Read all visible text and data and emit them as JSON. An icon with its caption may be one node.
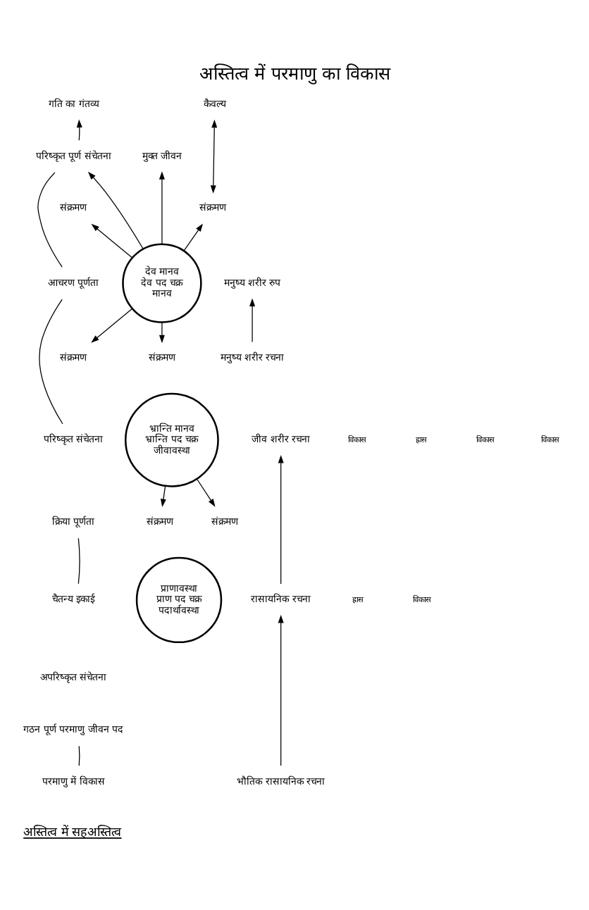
{
  "diagram": {
    "title": "अस्तित्व में परमाणु का विकास",
    "caption": "अस्तित्व में सहअस्तित्व",
    "nodes": [
      {
        "text": [
          "गति का गंतव्य"
        ]
      },
      {
        "text": [
          "परिष्कृत पूर्ण संचेतना"
        ]
      },
      {
        "text": [
          "आचरण पूर्णता"
        ]
      },
      {
        "text": [
          "परिष्कृत संचेतना"
        ]
      },
      {
        "text": [
          "क्रिया पूर्णता"
        ]
      },
      {
        "text": [
          "चैतन्य इकाई"
        ]
      },
      {
        "text": [
          "अपरिष्कृत संचेतना"
        ]
      },
      {
        "text": [
          "गठन पूर्ण परमाणु जीवन पद"
        ]
      },
      {
        "text": [
          "परमाणु में विकास"
        ]
      },
      {
        "text": [
          "कैवल्य"
        ]
      },
      {
        "text": [
          "मुक्त जीवन"
        ]
      },
      {
        "text": [
          "संक्रमण"
        ]
      },
      {
        "text": [
          "संक्रमण"
        ]
      },
      {
        "text": [
          "देव मानव",
          "देव पद चक्र",
          "मानव"
        ]
      },
      {
        "text": [
          "संक्रमण"
        ]
      },
      {
        "text": [
          "संक्रमण"
        ]
      },
      {
        "text": [
          "भ्रान्ति मानव",
          "भ्रान्ति पद चक्र",
          "जीवावस्था"
        ]
      },
      {
        "text": [
          "संक्रमण"
        ]
      },
      {
        "text": [
          "संक्रमण"
        ]
      },
      {
        "text": [
          "प्राणावस्था",
          "प्राण पद चक्र",
          "पदार्थावस्था"
        ]
      },
      {
        "text": [
          "मनुष्य शरीर रुप"
        ]
      },
      {
        "text": [
          "मनुष्य शरीर रचना"
        ]
      },
      {
        "text": [
          "जीव शरीर रचना"
        ]
      },
      {
        "text": [
          "रासायनिक रचना"
        ]
      },
      {
        "text": [
          "भौतिक रासायनिक रचना"
        ]
      }
    ],
    "edges": [
      {
        "from": 1,
        "to": 0,
        "arrow": "to"
      },
      {
        "from": 1,
        "to": 2,
        "arrow": "none"
      },
      {
        "from": 2,
        "to": 3,
        "arrow": "none"
      },
      {
        "from": 4,
        "to": 5,
        "arrow": "none"
      },
      {
        "from": 7,
        "to": 8,
        "arrow": "none"
      },
      {
        "from": 13,
        "to": 1,
        "arrow": "to"
      },
      {
        "from": 13,
        "to": 10,
        "arrow": "to"
      },
      {
        "from": 13,
        "to": 11,
        "arrow": "to"
      },
      {
        "from": 11,
        "to": 9,
        "arrow": "both"
      },
      {
        "from": 13,
        "to": 12,
        "arrow": "to"
      },
      {
        "from": 13,
        "to": 14,
        "arrow": "to"
      },
      {
        "from": 13,
        "to": 15,
        "arrow": "to"
      },
      {
        "from": 16,
        "to": 17,
        "arrow": "to"
      },
      {
        "from": 16,
        "to": 18,
        "arrow": "to"
      },
      {
        "from": 21,
        "to": 20,
        "arrow": "to"
      },
      {
        "from": 23,
        "to": 22,
        "arrow": "to"
      },
      {
        "from": 24,
        "to": 23,
        "arrow": "to"
      }
    ],
    "labels": [
      "विकास",
      "ह्रास",
      "विकास",
      "ह्रास",
      "विकास",
      "विकास"
    ]
  }
}
